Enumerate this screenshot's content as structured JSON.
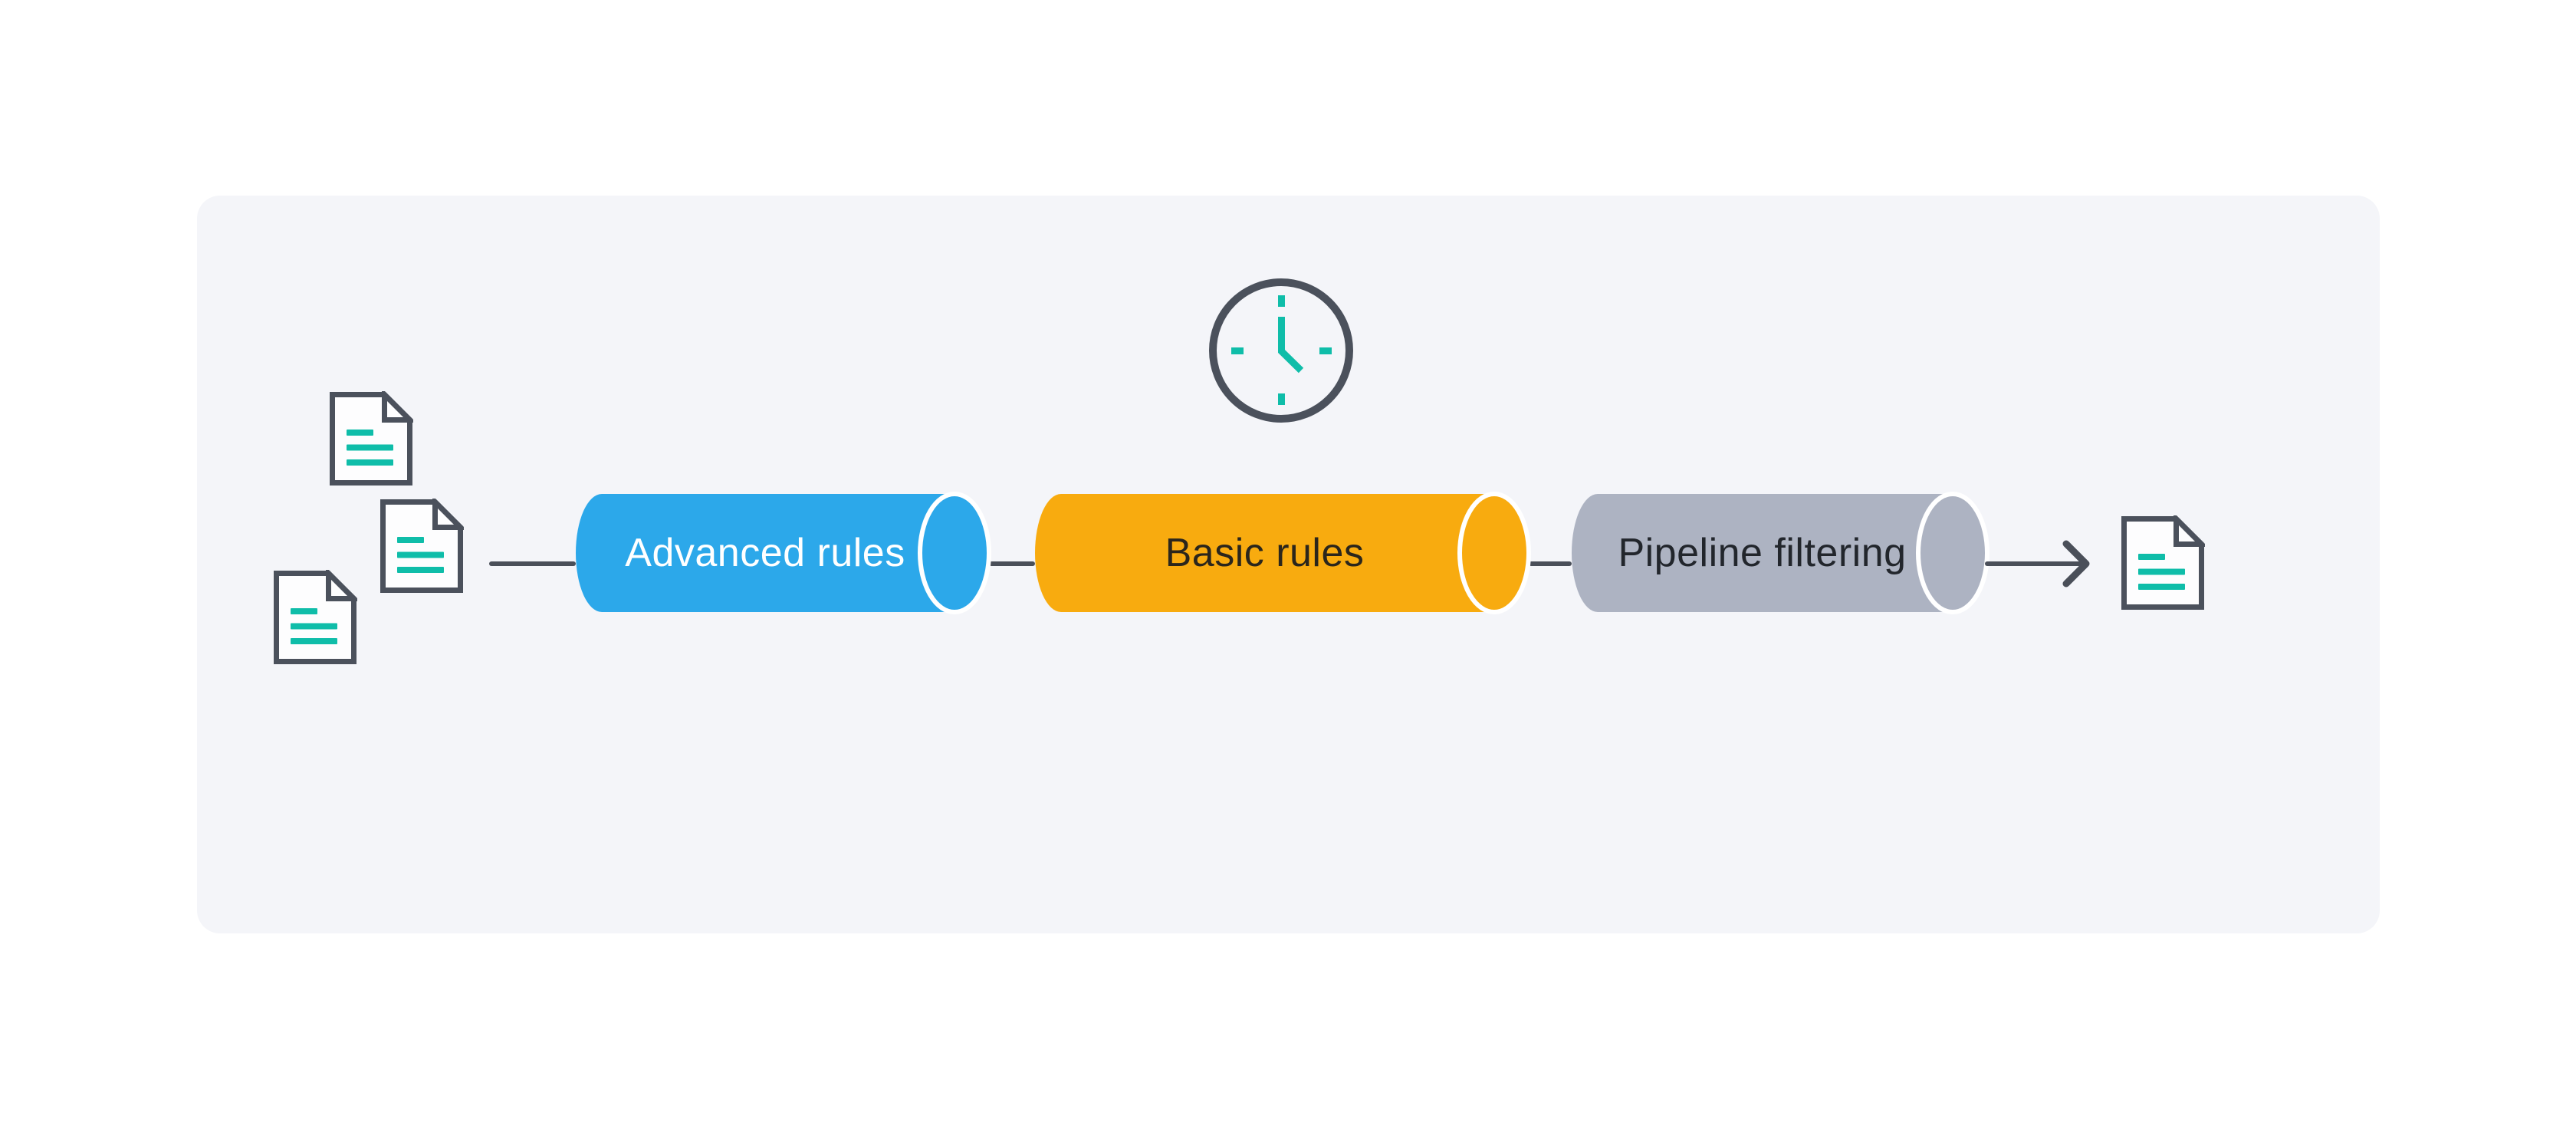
{
  "page": {
    "background": "#ffffff"
  },
  "panel": {
    "background": "#f4f5f9"
  },
  "palette": {
    "outline": "#4b515c",
    "connector": "#4a4f59",
    "teal": "#0fbda9",
    "cap_divider": "#ffffff",
    "document_fill": "#fdfdfe"
  },
  "icons": {
    "clock": "clock-icon",
    "document": "document-icon",
    "arrow": "arrow-right-icon"
  },
  "pipeline": {
    "stages": [
      {
        "label": "Advanced rules",
        "color": "#2ca8ea",
        "text_color": "#ffffff"
      },
      {
        "label": "Basic rules",
        "color": "#f8ab0f",
        "text_color": "#2b261c"
      },
      {
        "label": "Pipeline filtering",
        "color": "#adb3c2",
        "text_color": "#22262c"
      }
    ],
    "input_document_count": 3,
    "output_document_count": 1
  }
}
